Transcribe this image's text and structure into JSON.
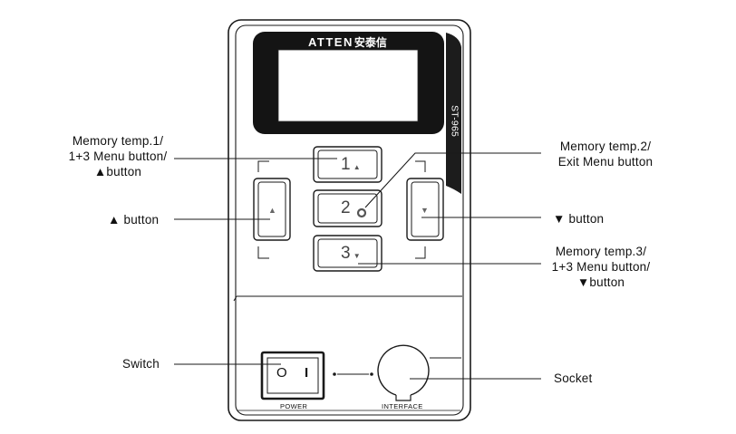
{
  "device": {
    "brand": "ATTEN",
    "brand_cn": "安泰信",
    "model": "ST-965",
    "buttons": {
      "mem1": {
        "number": "1",
        "glyph": "▲"
      },
      "mem2": {
        "number": "2"
      },
      "mem3": {
        "number": "3",
        "glyph": "▼"
      },
      "up": {
        "glyph": "▲"
      },
      "down": {
        "glyph": "▼"
      }
    },
    "switch_marks": {
      "off": "O",
      "on": "I"
    },
    "power_label": "POWER",
    "interface_label": "INTERFACE"
  },
  "callouts": {
    "mem1": [
      "Memory temp.1/",
      "1+3 Menu button/",
      "▲button"
    ],
    "up_button": "▲ button",
    "mem2": [
      "Memory temp.2/",
      "Exit Menu button"
    ],
    "down_button": "▼ button",
    "mem3": [
      "Memory temp.3/",
      "1+3 Menu button/",
      "▼button"
    ],
    "switch": "Switch",
    "socket": "Socket"
  },
  "colors": {
    "outline": "#1a1a1a",
    "screen_bezel": "#141414",
    "screen": "#ffffff",
    "band": "#1c1c1c"
  }
}
